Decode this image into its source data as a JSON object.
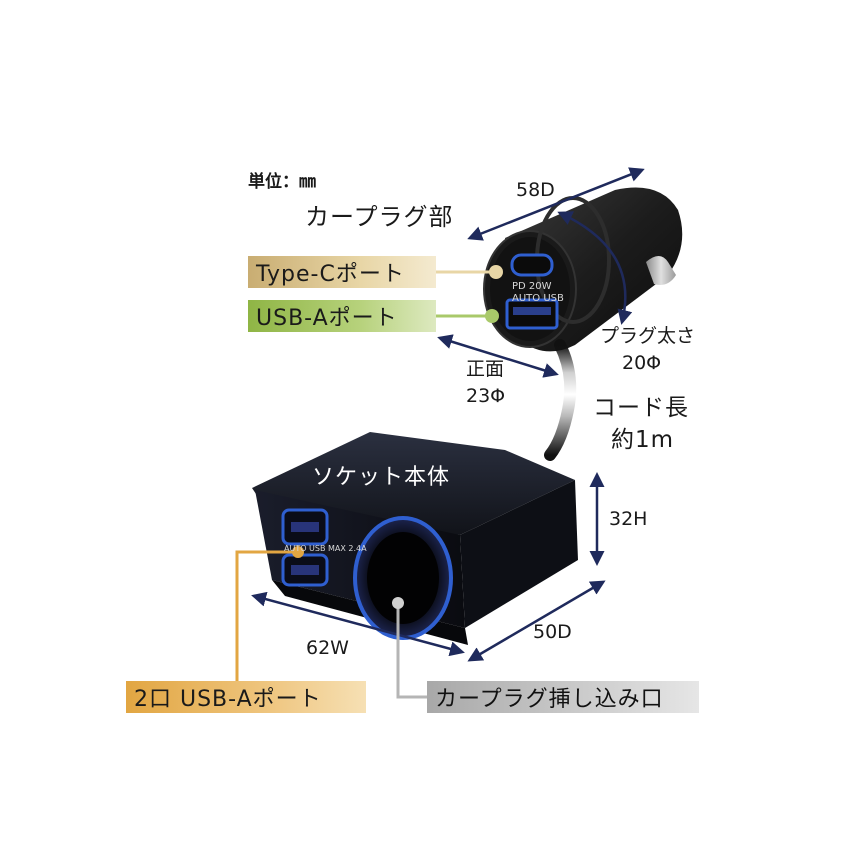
{
  "unit_label": "単位：㎜",
  "car_plug": {
    "title": "カープラグ部",
    "type_c_label": "Type-Cポート",
    "usb_a_label": "USB-Aポート",
    "dim_depth": "58D",
    "plug_thickness_label": "プラグ太さ",
    "plug_thickness_value": "20Φ",
    "front_label": "正面",
    "front_value": "23Φ",
    "port_text_pd": "PD 20W",
    "port_text_auto": "AUTO USB"
  },
  "cord": {
    "label": "コード長",
    "length": "約1m"
  },
  "socket": {
    "title": "ソケット本体",
    "height": "32H",
    "depth": "50D",
    "width": "62W",
    "usb_label": "2口 USB-Aポート",
    "plug_inlet_label": "カープラグ挿し込み口",
    "port_text": "AUTO USB MAX 2.4A"
  },
  "colors": {
    "type_c_tag": "#c9ad72",
    "usb_a_tag": "#8fb545",
    "dual_usb_tag": "#e2a642",
    "plug_inlet_tag": "#a8a8a8",
    "dimension_arrows": "#1f2a5c",
    "led_blue": "#2f5fd0"
  }
}
